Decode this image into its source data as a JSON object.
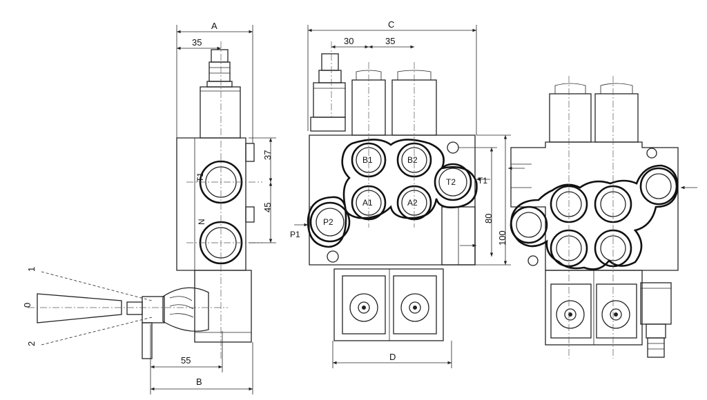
{
  "side_view": {
    "dimensions": {
      "width_a": "A",
      "offset_35": "35",
      "height_37": "37",
      "height_45": "45",
      "offset_55": "55",
      "width_b": "B"
    },
    "ports": {
      "t1": "T1",
      "n": "N"
    },
    "lever_positions": {
      "pos_1": "1",
      "pos_0": "0",
      "pos_2": "2"
    }
  },
  "front_view": {
    "dimensions": {
      "width_c": "C",
      "spacing_30": "30",
      "spacing_35": "35",
      "height_80": "80",
      "height_100": "100",
      "width_d": "D"
    },
    "ports": {
      "b1": "B1",
      "b2": "B2",
      "a1": "A1",
      "a2": "A2",
      "p2": "P2",
      "t2": "T2",
      "p1": "P1",
      "t1": "T1"
    }
  }
}
